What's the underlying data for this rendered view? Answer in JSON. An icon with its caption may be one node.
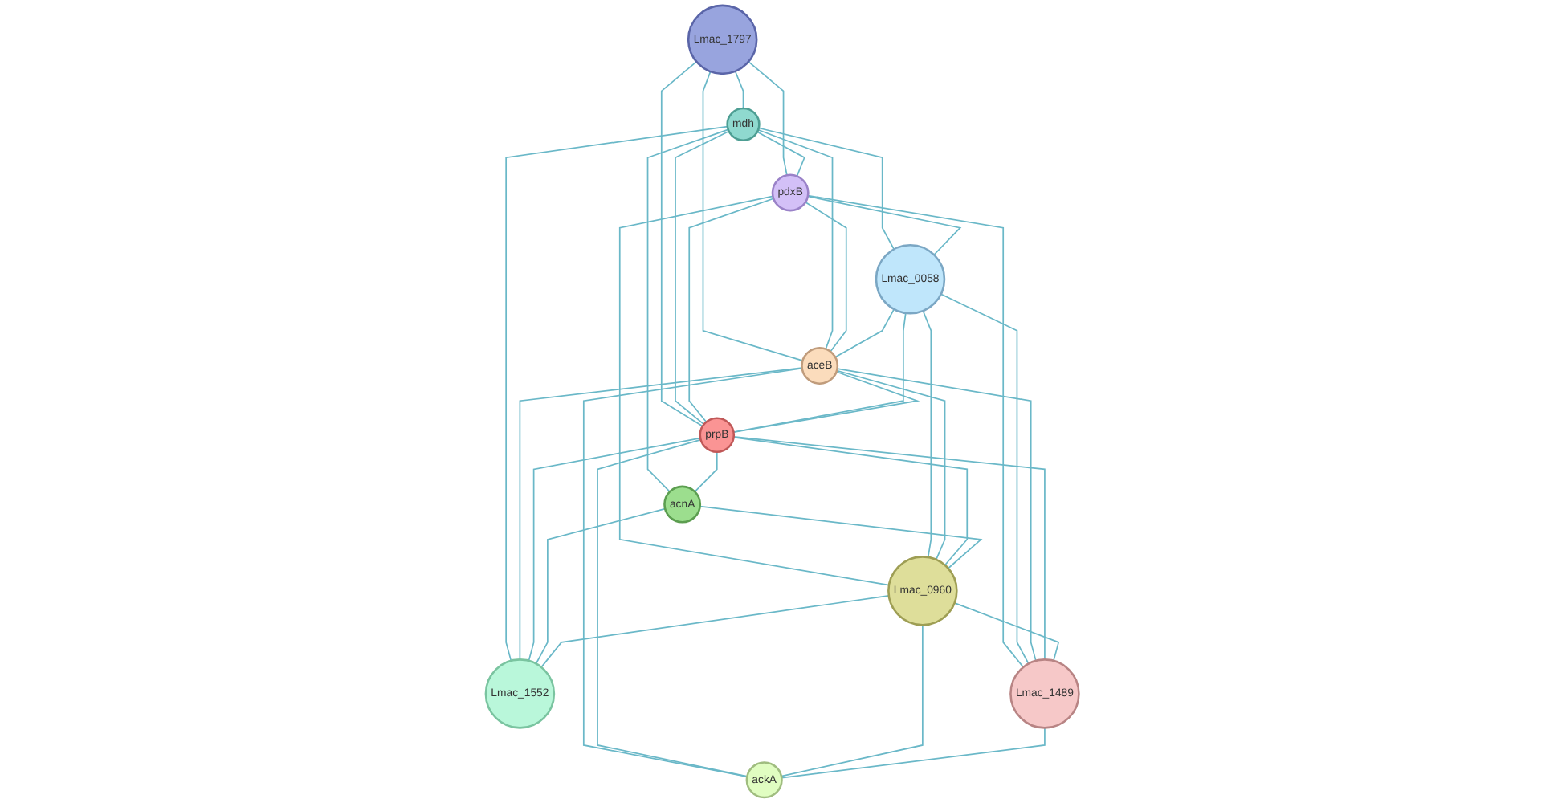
{
  "diagram": {
    "nodes": [
      {
        "text": [
          "Lmac_1797"
        ]
      },
      {
        "text": [
          "mdh"
        ]
      },
      {
        "text": [
          "pdxB"
        ]
      },
      {
        "text": [
          "Lmac_0058"
        ]
      },
      {
        "text": [
          "aceB"
        ]
      },
      {
        "text": [
          "prpB"
        ]
      },
      {
        "text": [
          "acnA"
        ]
      },
      {
        "text": [
          "Lmac_0960"
        ]
      },
      {
        "text": [
          "Lmac_1552"
        ]
      },
      {
        "text": [
          "Lmac_1489"
        ]
      },
      {
        "text": [
          "ackA"
        ]
      }
    ],
    "edges": [
      {
        "from": 0,
        "to": 2,
        "arrow": "none"
      },
      {
        "from": 0,
        "to": 1,
        "arrow": "none"
      },
      {
        "from": 0,
        "to": 4,
        "arrow": "none"
      },
      {
        "from": 0,
        "to": 5,
        "arrow": "none"
      },
      {
        "from": 1,
        "to": 2,
        "arrow": "none"
      },
      {
        "from": 1,
        "to": 3,
        "arrow": "none"
      },
      {
        "from": 1,
        "to": 4,
        "arrow": "none"
      },
      {
        "from": 1,
        "to": 5,
        "arrow": "none"
      },
      {
        "from": 1,
        "to": 6,
        "arrow": "none"
      },
      {
        "from": 1,
        "to": 8,
        "arrow": "none"
      },
      {
        "from": 2,
        "to": 3,
        "arrow": "none"
      },
      {
        "from": 2,
        "to": 4,
        "arrow": "none"
      },
      {
        "from": 2,
        "to": 5,
        "arrow": "none"
      },
      {
        "from": 2,
        "to": 7,
        "arrow": "none"
      },
      {
        "from": 2,
        "to": 9,
        "arrow": "none"
      },
      {
        "from": 3,
        "to": 4,
        "arrow": "none"
      },
      {
        "from": 3,
        "to": 5,
        "arrow": "none"
      },
      {
        "from": 3,
        "to": 7,
        "arrow": "none"
      },
      {
        "from": 3,
        "to": 9,
        "arrow": "none"
      },
      {
        "from": 4,
        "to": 5,
        "arrow": "none"
      },
      {
        "from": 4,
        "to": 7,
        "arrow": "none"
      },
      {
        "from": 4,
        "to": 8,
        "arrow": "none"
      },
      {
        "from": 4,
        "to": 9,
        "arrow": "none"
      },
      {
        "from": 4,
        "to": 10,
        "arrow": "none"
      },
      {
        "from": 5,
        "to": 6,
        "arrow": "none"
      },
      {
        "from": 5,
        "to": 7,
        "arrow": "none"
      },
      {
        "from": 5,
        "to": 8,
        "arrow": "none"
      },
      {
        "from": 5,
        "to": 10,
        "arrow": "none"
      },
      {
        "from": 5,
        "to": 9,
        "arrow": "none"
      },
      {
        "from": 6,
        "to": 8,
        "arrow": "none"
      },
      {
        "from": 6,
        "to": 7,
        "arrow": "none"
      },
      {
        "from": 7,
        "to": 8,
        "arrow": "none"
      },
      {
        "from": 7,
        "to": 9,
        "arrow": "none"
      },
      {
        "from": 7,
        "to": 10,
        "arrow": "none"
      },
      {
        "from": 9,
        "to": 10,
        "arrow": "none"
      }
    ]
  }
}
